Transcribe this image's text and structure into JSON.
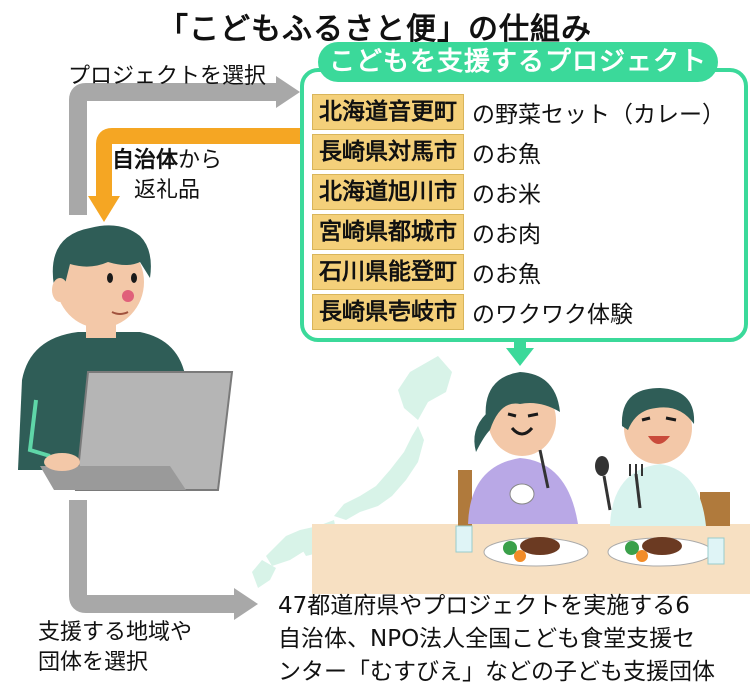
{
  "title": "「こどもふるさと便」の仕組み",
  "steps": {
    "select_project": "プロジェクトを選択",
    "return_gift_bold": "自治体",
    "return_gift_rest": "から",
    "return_gift_line2": "返礼品",
    "select_region_line1": "支援する地域や",
    "select_region_line2": "団体を選択"
  },
  "panel": {
    "title": "こどもを支援するプロジェクト",
    "items": [
      {
        "municipality": "北海道音更町",
        "gift": "の野菜セット（カレー）"
      },
      {
        "municipality": "長崎県対馬市",
        "gift": "のお魚"
      },
      {
        "municipality": "北海道旭川市",
        "gift": "のお米"
      },
      {
        "municipality": "宮崎県都城市",
        "gift": "のお肉"
      },
      {
        "municipality": "石川県能登町",
        "gift": "のお魚"
      },
      {
        "municipality": "長崎県壱岐市",
        "gift": "のワクワク体験"
      }
    ]
  },
  "recipients": {
    "line1": "47都道府県やプロジェクトを実施する6",
    "line2": "自治体、NPO法人全国こども食堂支援セ",
    "line3": "ンター「むすびえ」などの子ども支援団体"
  },
  "colors": {
    "panel_green": "#3bd99a",
    "highlight": "#f4d07a",
    "orange_arrow": "#f5a623",
    "gray_arrow": "#a8a8a8"
  },
  "icons": [
    "person-at-laptop-icon",
    "children-eating-icon",
    "japan-map-icon"
  ]
}
